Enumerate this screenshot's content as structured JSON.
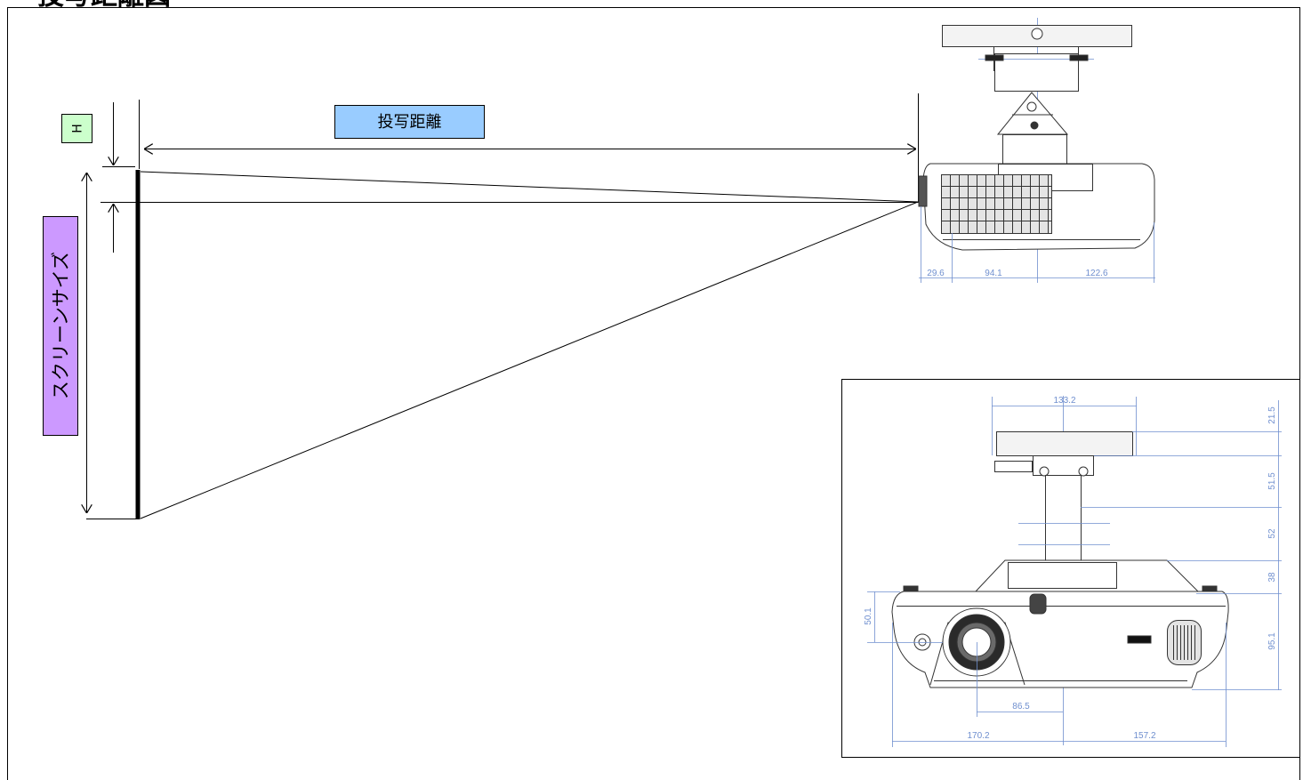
{
  "title": "投写距離図",
  "labels": {
    "projection_distance": "投写距離",
    "h": "H",
    "screen_size": "スクリーンサイズ"
  },
  "side_view": {
    "dimensions": [
      "29.6",
      "94.1",
      "122.6"
    ]
  },
  "front_view": {
    "dimensions": {
      "top_width": "133.2",
      "right": [
        "21.5",
        "51.5",
        "52",
        "38",
        "95.1"
      ],
      "lens_height": "50.1",
      "lens_offset": "86.5",
      "bottom": [
        "170.2",
        "157.2"
      ]
    }
  },
  "colors": {
    "projection_distance_fill": "#99ccff",
    "h_fill": "#ccffcc",
    "screen_size_fill": "#cc99ff",
    "dimension": "#6f8fcf"
  }
}
